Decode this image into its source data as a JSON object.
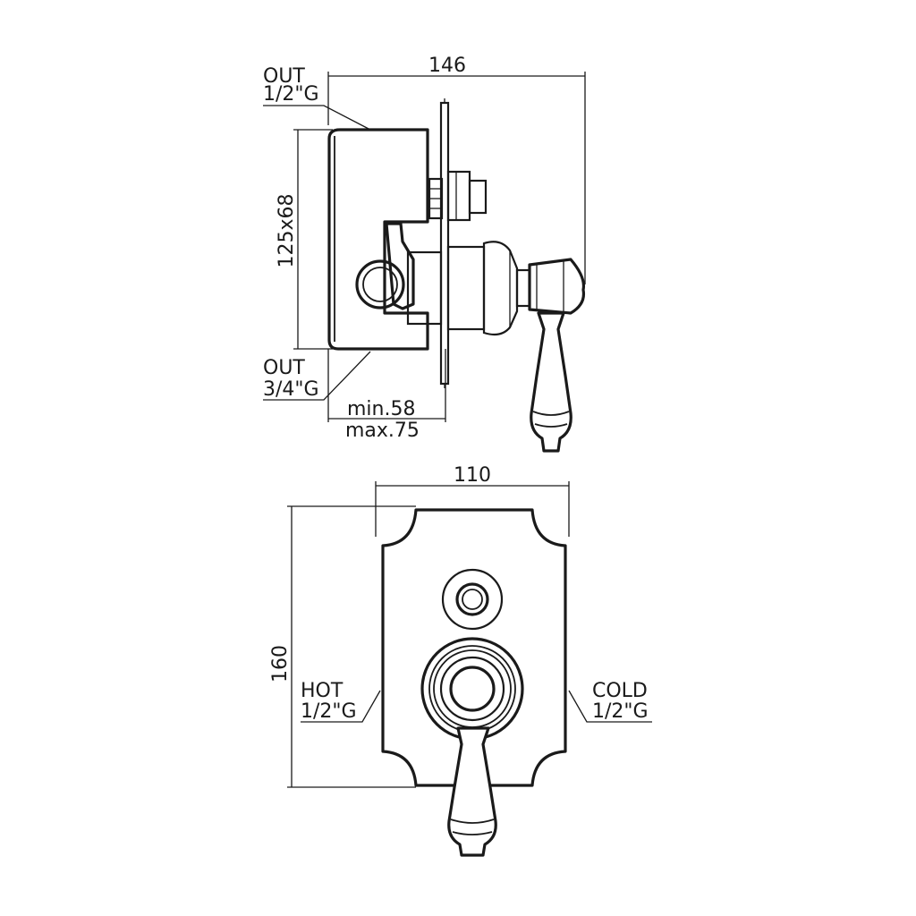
{
  "side_view": {
    "width_dim": "146",
    "height_dim": "125x68",
    "depth_min": "min.58",
    "depth_max": "max.75",
    "out_top": {
      "line1": "OUT",
      "line2": "1/2\"G"
    },
    "out_bottom": {
      "line1": "OUT",
      "line2": "3/4\"G"
    }
  },
  "front_view": {
    "width_dim": "110",
    "height_dim": "160",
    "hot": {
      "line1": "HOT",
      "line2": "1/2\"G"
    },
    "cold": {
      "line1": "COLD",
      "line2": "1/2\"G"
    }
  },
  "colors": {
    "ink": "#1a1a1a",
    "paper": "#ffffff"
  }
}
